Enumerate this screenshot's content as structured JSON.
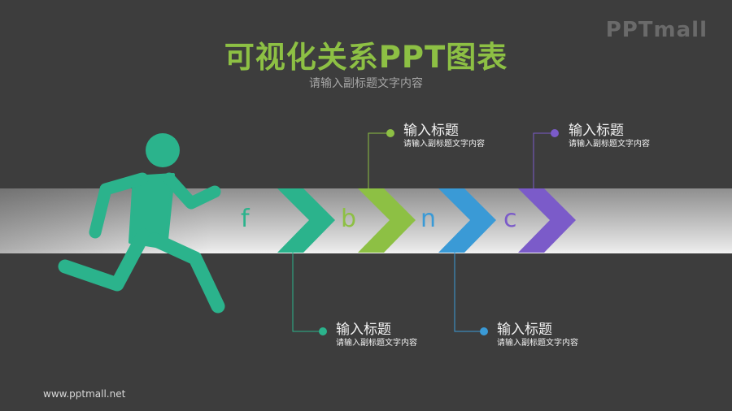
{
  "slide": {
    "title": "可视化关系PPT图表",
    "subtitle": "请输入副标题文字内容",
    "brand_logo": "PPTmall",
    "footer_url": "www.pptmall.net",
    "background_color": "#3d3d3d"
  },
  "figure": {
    "icon": "running-person-icon",
    "color": "#2bb38c"
  },
  "steps": [
    {
      "letter": "f",
      "color": "#2bb38c"
    },
    {
      "letter": "b",
      "color": "#8dc044"
    },
    {
      "letter": "n",
      "color": "#3a9ad6"
    },
    {
      "letter": "c",
      "color": "#7b5bc9"
    }
  ],
  "callouts": [
    {
      "position": "bottom",
      "color": "#2bb38c",
      "title": "输入标题",
      "description": "请输入副标题文字内容"
    },
    {
      "position": "top",
      "color": "#8dc044",
      "title": "输入标题",
      "description": "请输入副标题文字内容"
    },
    {
      "position": "bottom",
      "color": "#3a9ad6",
      "title": "输入标题",
      "description": "请输入副标题文字内容"
    },
    {
      "position": "top",
      "color": "#7b5bc9",
      "title": "输入标题",
      "description": "请输入副标题文字内容"
    }
  ]
}
